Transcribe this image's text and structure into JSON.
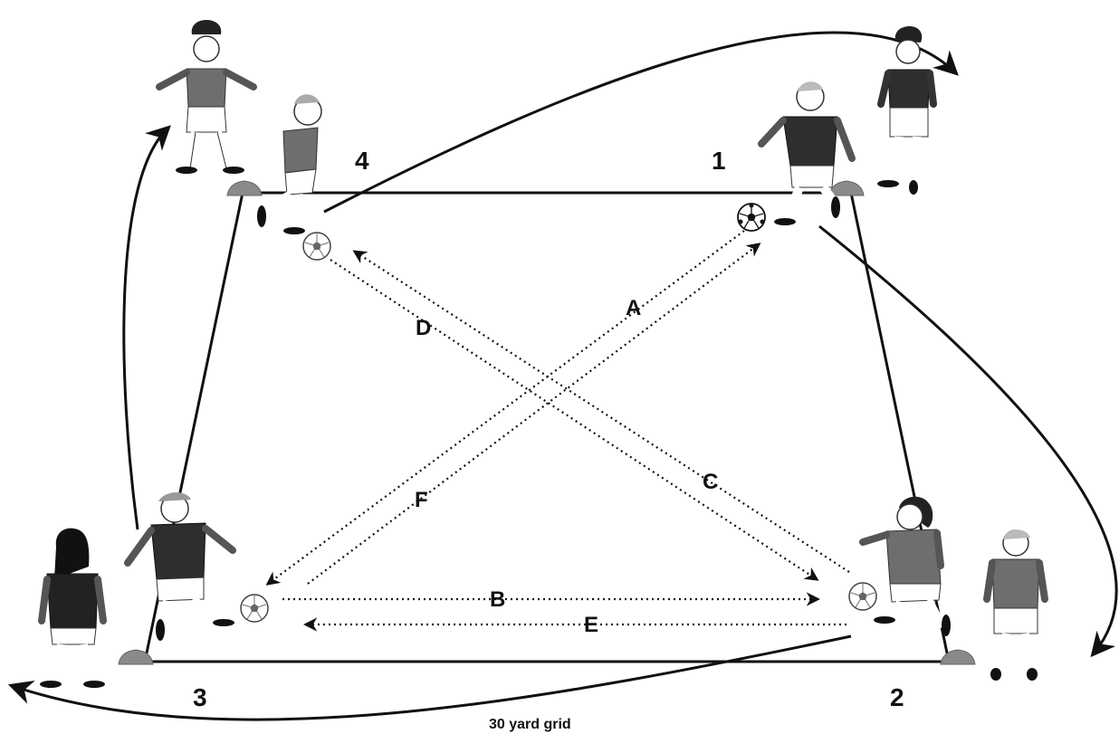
{
  "diagram": {
    "caption": "30 yard grid",
    "corners": [
      "1",
      "2",
      "3",
      "4"
    ],
    "passes": [
      "A",
      "B",
      "C",
      "D",
      "E",
      "F"
    ],
    "colors": {
      "jersey_dark": "#2e2e2e",
      "jersey_mid": "#6e6e6e",
      "line": "#111111",
      "cone": "#8a8a8a"
    }
  }
}
